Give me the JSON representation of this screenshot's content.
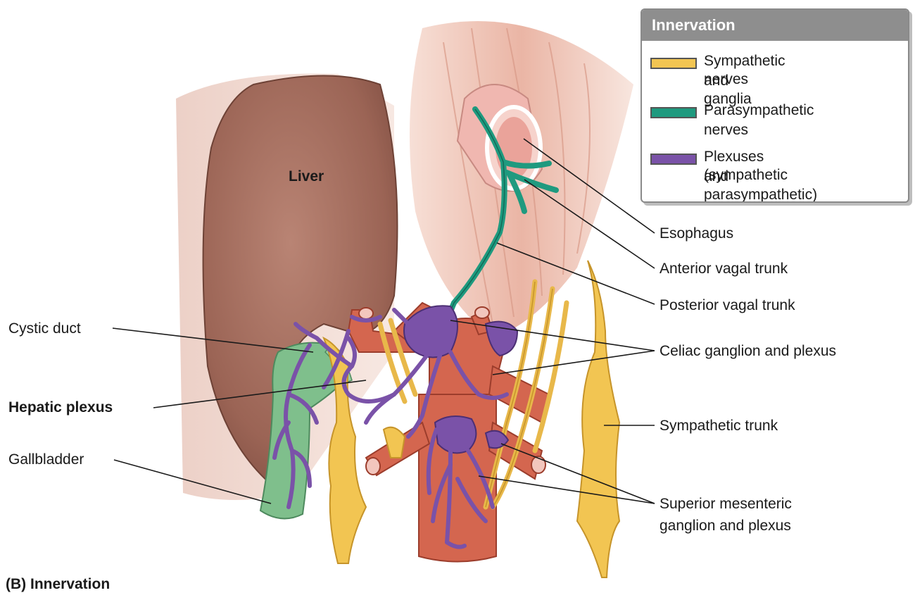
{
  "colors": {
    "liver": "#a06a5b",
    "gallbladder": "#7fbf8c",
    "artery": "#d4664f",
    "sympathetic": "#f2c552",
    "parasympathetic": "#1f9a7f",
    "plexus": "#7a52a8",
    "muscle": "#e9b3a3"
  },
  "organ_labels": {
    "liver": "Liver"
  },
  "callouts": {
    "cystic_duct": "Cystic duct",
    "hepatic_plexus": "Hepatic plexus",
    "gallbladder": "Gallbladder",
    "esophagus": "Esophagus",
    "anterior_vagal_trunk": "Anterior vagal trunk",
    "posterior_vagal_trunk": "Posterior vagal trunk",
    "celiac": "Celiac ganglion and plexus",
    "sympathetic_trunk": "Sympathetic trunk",
    "superior_mesenteric_line1": "Superior mesenteric",
    "superior_mesenteric_line2": "ganglion and plexus"
  },
  "legend": {
    "title": "Innervation",
    "items": [
      {
        "line1": "Sympathetic nerves",
        "line2": "and ganglia",
        "color_key": "sympathetic"
      },
      {
        "line1": "Parasympathetic",
        "line2": "nerves",
        "color_key": "parasympathetic"
      },
      {
        "line1": "Plexuses (sympathetic",
        "line2": "and parasympathetic)",
        "color_key": "plexus"
      }
    ]
  },
  "caption": "(B) Innervation"
}
